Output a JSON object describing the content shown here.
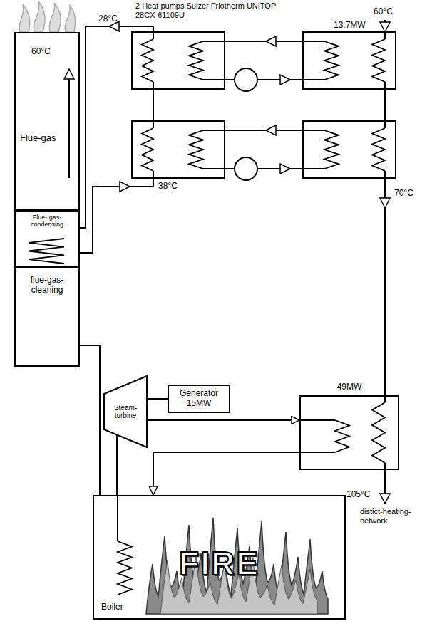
{
  "diagram": {
    "nodes": [
      {
        "text": [
          "Flue-gas"
        ]
      },
      {
        "text": [
          "Flue- gas- condensing"
        ]
      },
      {
        "text": [
          "flue-gas-cleaning"
        ]
      },
      {
        "text": [
          "Steam-turbine"
        ]
      },
      {
        "text": [
          "Generator 15MW"
        ]
      },
      {
        "text": [
          "49MW"
        ]
      },
      {
        "text": [
          "FIRE"
        ]
      }
    ],
    "edges": [
      {
        "from": 6,
        "to": 2,
        "arrow": "none"
      },
      {
        "from": 6,
        "to": 3,
        "arrow": "none"
      },
      {
        "from": 3,
        "to": 4,
        "arrow": "none"
      },
      {
        "from": 3,
        "to": 5,
        "arrow": "to"
      },
      {
        "from": 5,
        "to": 6,
        "arrow": "to"
      }
    ],
    "labels": [
      "60°C",
      "2 Heat pumps Sulzer Friotherm UNITOP 28CX-61109U",
      "13.7MW",
      "28°C",
      "38°C",
      "60°C",
      "70°C",
      "105°C",
      "distict-heating-network",
      "Boiler"
    ]
  }
}
